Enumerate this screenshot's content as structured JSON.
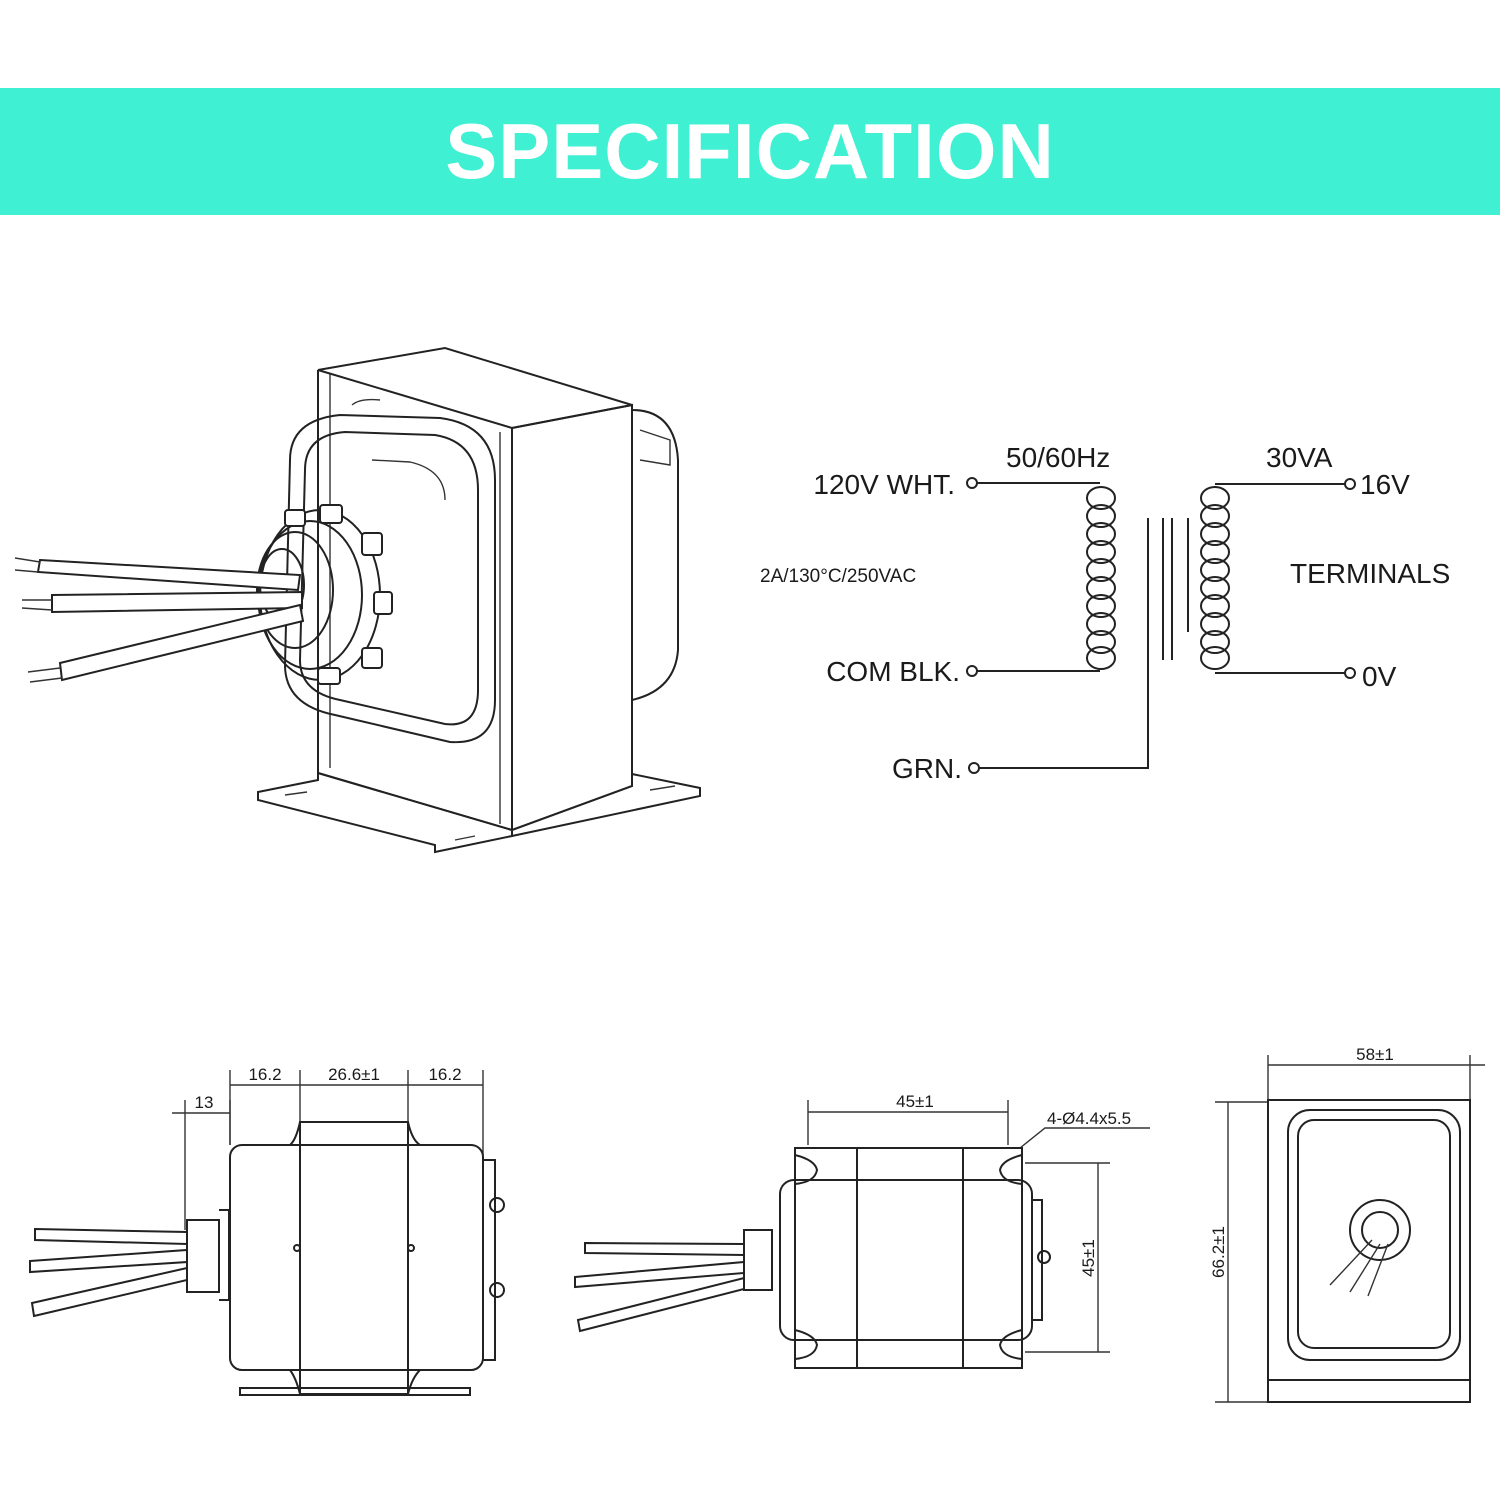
{
  "banner": {
    "title": "SPECIFICATION",
    "color": "#3ff0d3"
  },
  "schematic": {
    "frequency": "50/60Hz",
    "power": "30VA",
    "input_top": "120V WHT.",
    "input_bottom": "COM BLK.",
    "ground": "GRN.",
    "output_top": "16V",
    "output_bottom": "0V",
    "terminals": "TERMINALS",
    "rating": "2A/130°C/250VAC"
  },
  "dimensions": {
    "side_left": "16.2",
    "side_middle": "26.6±1",
    "side_right": "16.2",
    "side_nipple": "13",
    "top_width": "45±1",
    "top_holes": "4-Ø4.4x5.5",
    "top_depth": "45±1",
    "end_width": "58±1",
    "end_height": "66.2±1"
  }
}
